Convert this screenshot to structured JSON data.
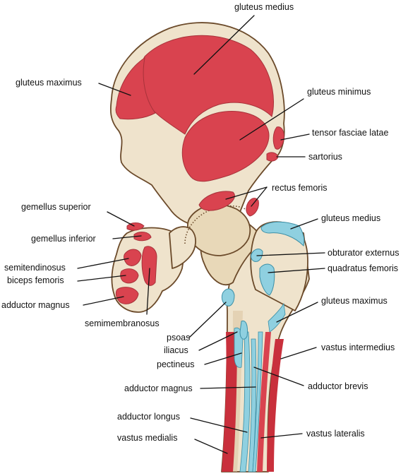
{
  "colors": {
    "bone": "#efe3cc",
    "bone_shade": "#dcc7a3",
    "outline": "#6b4a2a",
    "origin": "#d9434f",
    "insertion": "#8fd0e0",
    "muscle": "#c9303c"
  },
  "labels": {
    "gluteus_medius_top": "gluteus medius",
    "gluteus_maximus_top": "gluteus maximus",
    "gluteus_minimus": "gluteus minimus",
    "tensor_fasciae_latae": "tensor fasciae latae",
    "sartorius": "sartorius",
    "rectus_femoris": "rectus femoris",
    "gemellus_superior": "gemellus superior",
    "gluteus_medius_trochanter": "gluteus medius",
    "gemellus_inferior": "gemellus inferior",
    "obturator_externus": "obturator externus",
    "quadratus_femoris": "quadratus femoris",
    "semitendinosus": "semitendinosus",
    "biceps_femoris": "biceps femoris",
    "adductor_magnus_ischium": "adductor magnus",
    "gluteus_maximus_femur": "gluteus maximus",
    "semimembranosus": "semimembranosus",
    "psoas": "psoas",
    "iliacus": "iliacus",
    "vastus_intermedius": "vastus intermedius",
    "pectineus": "pectineus",
    "adductor_brevis": "adductor brevis",
    "adductor_magnus_femur": "adductor magnus",
    "adductor_longus": "adductor longus",
    "vastus_lateralis": "vastus lateralis",
    "vastus_medialis": "vastus medialis"
  }
}
